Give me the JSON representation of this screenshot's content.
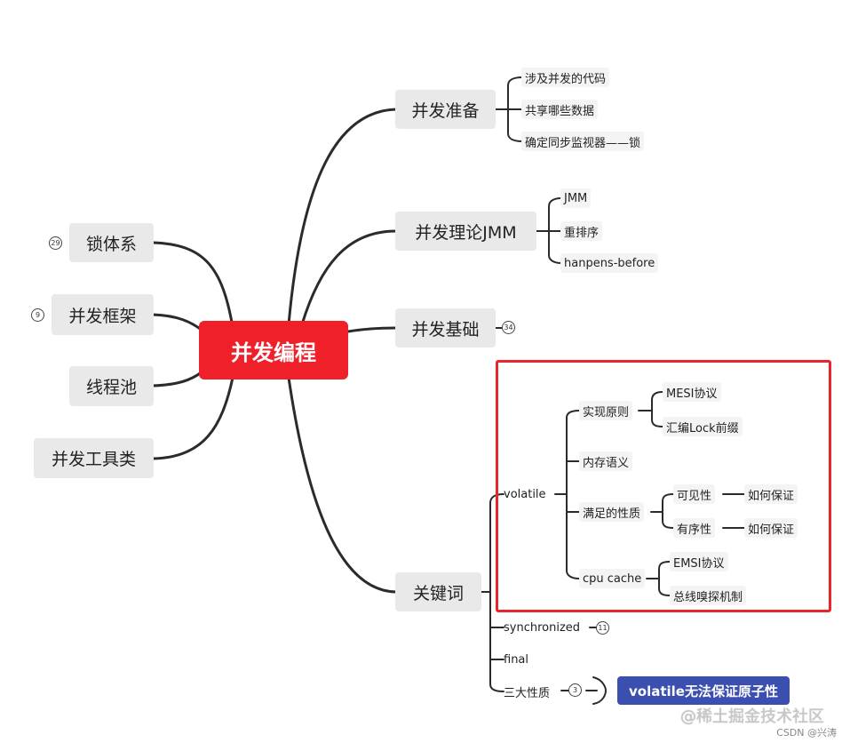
{
  "root": {
    "label": "并发编程"
  },
  "left": [
    {
      "label": "锁体系",
      "badge": "29"
    },
    {
      "label": "并发框架",
      "badge": "9"
    },
    {
      "label": "线程池"
    },
    {
      "label": "并发工具类"
    }
  ],
  "right": {
    "prep": {
      "label": "并发准备",
      "children": [
        "涉及并发的代码",
        "共享哪些数据",
        "确定同步监视器——锁"
      ]
    },
    "jmm": {
      "label": "并发理论JMM",
      "children": [
        "JMM",
        "重排序",
        "hanpens-before"
      ]
    },
    "basics": {
      "label": "并发基础",
      "badge": "34"
    },
    "keywords": {
      "label": "关键词",
      "volatile": {
        "label": "volatile",
        "impl": {
          "label": "实现原则",
          "children": [
            "MESI协议",
            "汇编Lock前缀"
          ]
        },
        "memory": {
          "label": "内存语义"
        },
        "props": {
          "label": "满足的性质",
          "visibility": {
            "label": "可见性",
            "child": "如何保证"
          },
          "ordering": {
            "label": "有序性",
            "child": "如何保证"
          }
        },
        "cache": {
          "label": "cpu cache",
          "children": [
            "EMSI协议",
            "总线嗅探机制"
          ]
        }
      },
      "synchronized": {
        "label": "synchronized",
        "badge": "11"
      },
      "final": {
        "label": "final"
      },
      "three": {
        "label": "三大性质",
        "badge": "3"
      },
      "callout": "volatile无法保证原子性"
    }
  },
  "watermark": "@稀土掘金技术社区",
  "credit": "CSDN @兴涛"
}
